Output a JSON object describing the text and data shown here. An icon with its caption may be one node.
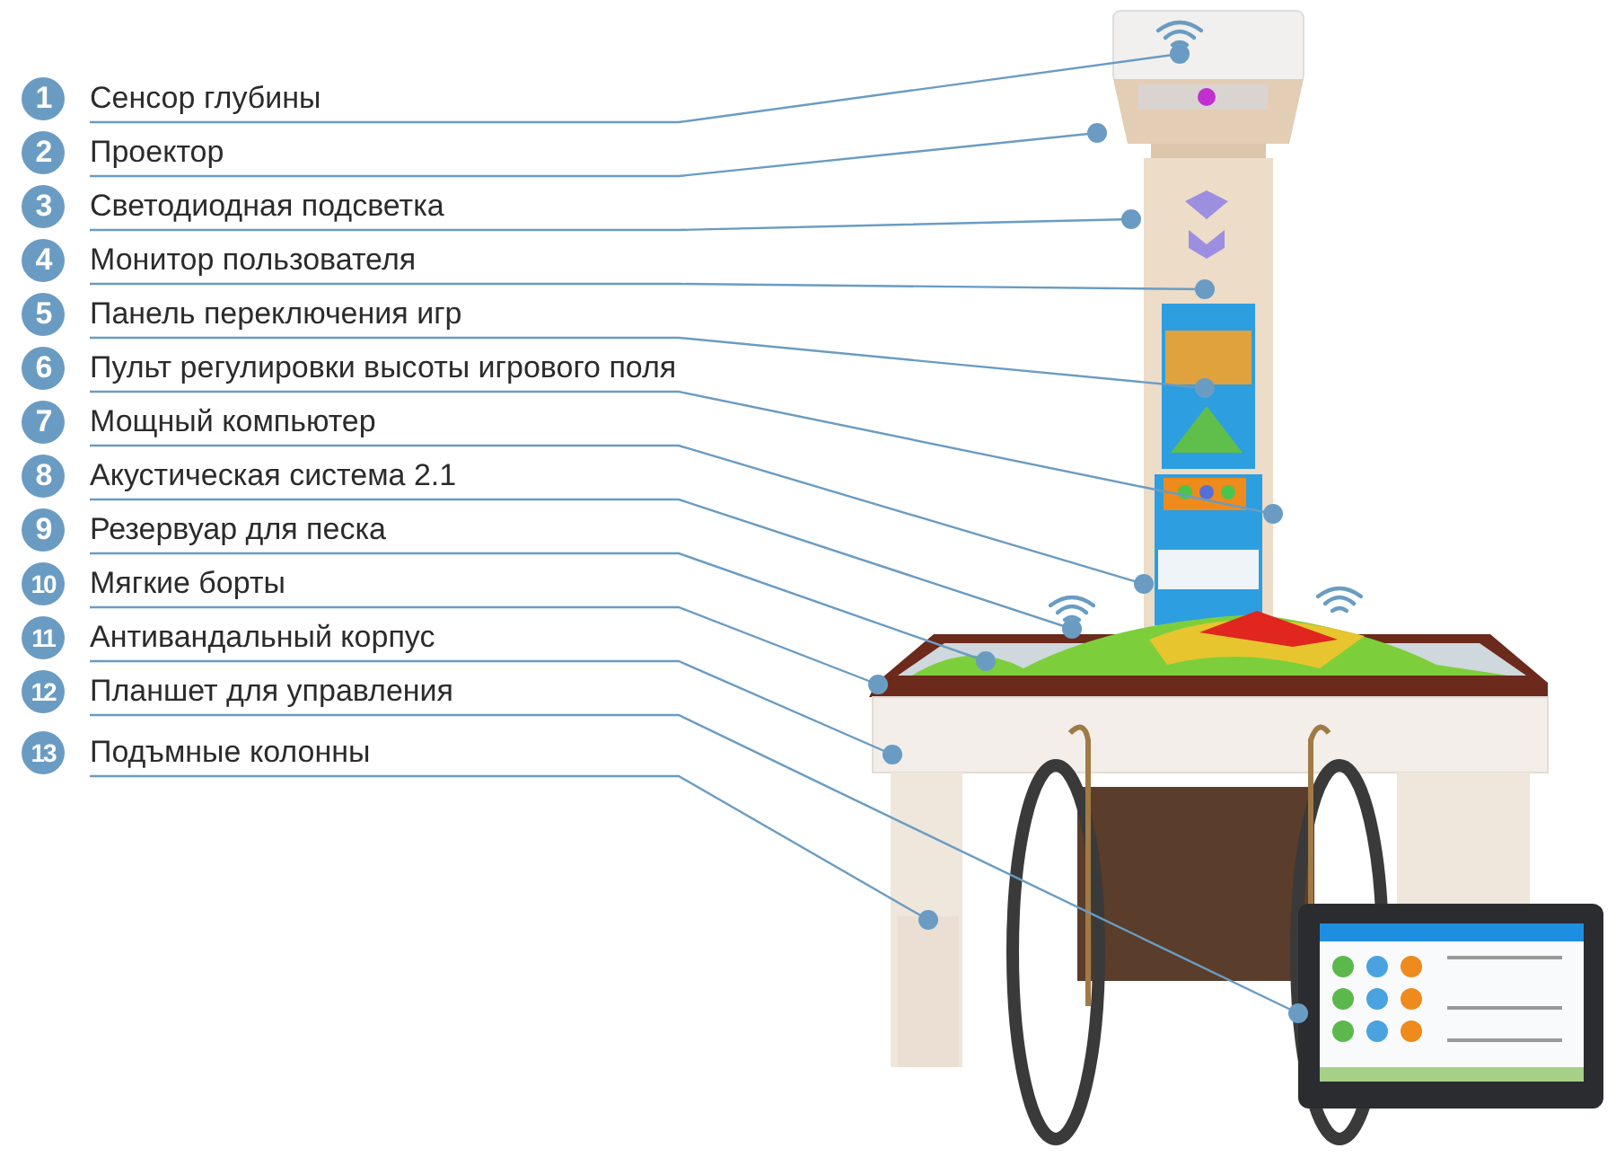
{
  "diagram": {
    "nodes": [
      {
        "text": [
          "1",
          "Сенсор глубины"
        ]
      },
      {
        "text": [
          "2",
          "Проектор"
        ]
      },
      {
        "text": [
          "3",
          "Светодиодная подсветка"
        ]
      },
      {
        "text": [
          "4",
          "Монитор пользователя"
        ]
      },
      {
        "text": [
          "5",
          "Панель переключения игр"
        ]
      },
      {
        "text": [
          "6",
          "Пульт регулировки высоты игрового поля"
        ]
      },
      {
        "text": [
          "7",
          "Мощный компьютер"
        ]
      },
      {
        "text": [
          "8",
          "Акустическая система 2.1"
        ]
      },
      {
        "text": [
          "9",
          "Резервуар для песка"
        ]
      },
      {
        "text": [
          "10",
          "Мягкие борты"
        ]
      },
      {
        "text": [
          "11",
          "Антивандальный корпус"
        ]
      },
      {
        "text": [
          "12",
          "Планшет для управления"
        ]
      },
      {
        "text": [
          "13",
          "Подъмные колонны"
        ]
      },
      {
        "text": [],
        "shape": "picture"
      },
      {
        "text": [],
        "shape": "picture"
      }
    ],
    "edges": [
      {
        "from": 0,
        "to": 13,
        "arrow": "other"
      },
      {
        "from": 1,
        "to": null,
        "arrow": "other"
      },
      {
        "from": 2,
        "to": null,
        "arrow": "other"
      },
      {
        "from": 3,
        "to": null,
        "arrow": "other"
      },
      {
        "from": 4,
        "to": null,
        "arrow": "other"
      },
      {
        "from": 5,
        "to": null,
        "arrow": "other"
      },
      {
        "from": 6,
        "to": null,
        "arrow": "other"
      },
      {
        "from": 7,
        "to": 14,
        "arrow": "other"
      },
      {
        "from": 8,
        "to": null,
        "arrow": "other"
      },
      {
        "from": 9,
        "to": null,
        "arrow": "other"
      },
      {
        "from": 10,
        "to": null,
        "arrow": "other"
      },
      {
        "from": 11,
        "to": null,
        "arrow": "other"
      },
      {
        "from": 12,
        "to": null,
        "arrow": "other"
      }
    ]
  }
}
